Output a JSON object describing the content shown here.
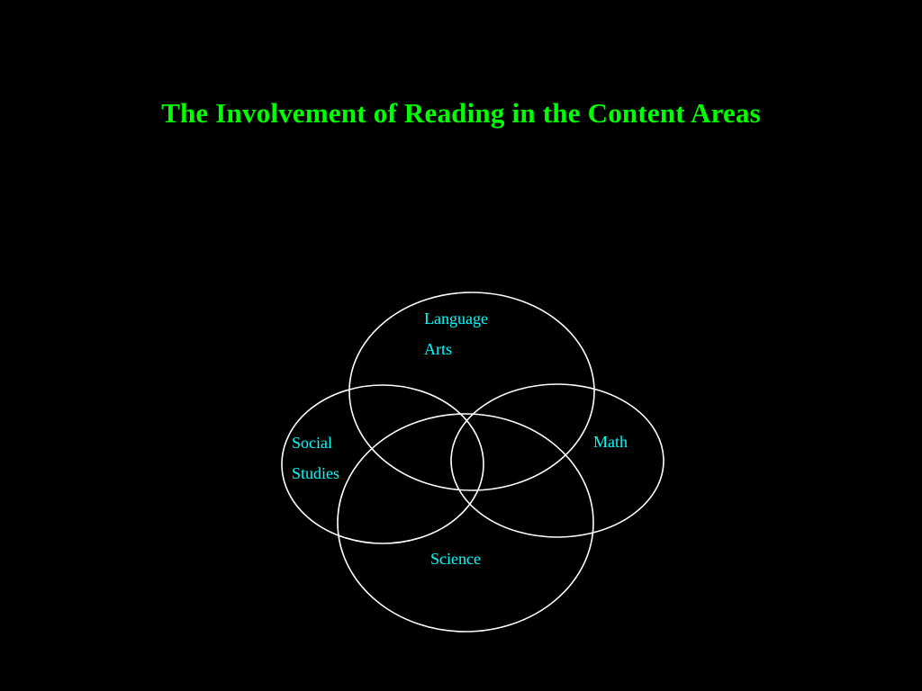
{
  "slide": {
    "title": "The Involvement of Reading in the Content Areas",
    "background_color": "#000000",
    "title_color": "#00ff00",
    "label_color": "#00ffff",
    "outline_color": "#ffffff"
  },
  "venn": {
    "language_arts": {
      "line1": "Language",
      "line2": "Arts"
    },
    "social_studies": {
      "line1": "Social",
      "line2": "Studies"
    },
    "math": {
      "line1": "Math"
    },
    "science": {
      "line1": "Science"
    }
  }
}
